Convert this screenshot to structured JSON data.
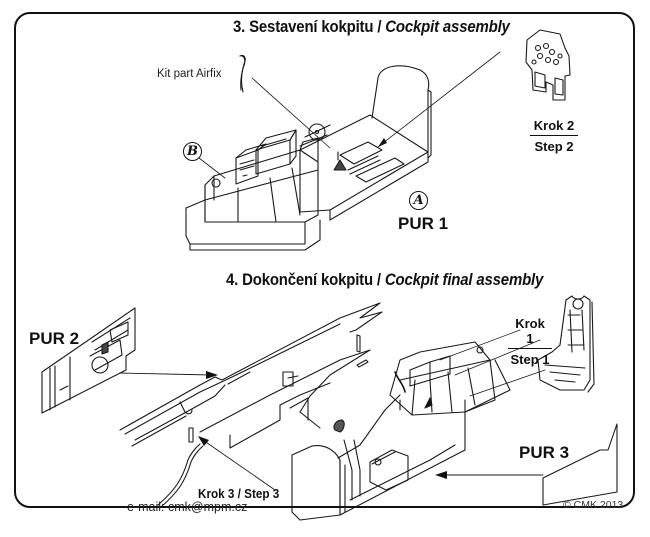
{
  "sections": [
    {
      "number": "3.",
      "title_cz": "Sestavení kokpitu",
      "separator": "/",
      "title_en": "Cockpit assembly"
    },
    {
      "number": "4.",
      "title_cz": "Dokončení kokpitu",
      "separator": "/",
      "title_en": "Cockpit final assembly"
    }
  ],
  "labels": {
    "kit_part": "Kit part Airfix",
    "pur1": "PUR 1",
    "pur2": "PUR 2",
    "pur3": "PUR 3",
    "badge_a": "A",
    "badge_b": "B",
    "step2_cz": "Krok 2",
    "step2_en": "Step 2",
    "step1_cz": "Krok 1",
    "step1_en": "Step 1",
    "step3": "Krok 3 / Step 3"
  },
  "footer": {
    "email": "e-mail: cmk@mpm.cz",
    "copyright": "© CMK 2013"
  },
  "colors": {
    "line": "#111111",
    "background": "#ffffff"
  }
}
